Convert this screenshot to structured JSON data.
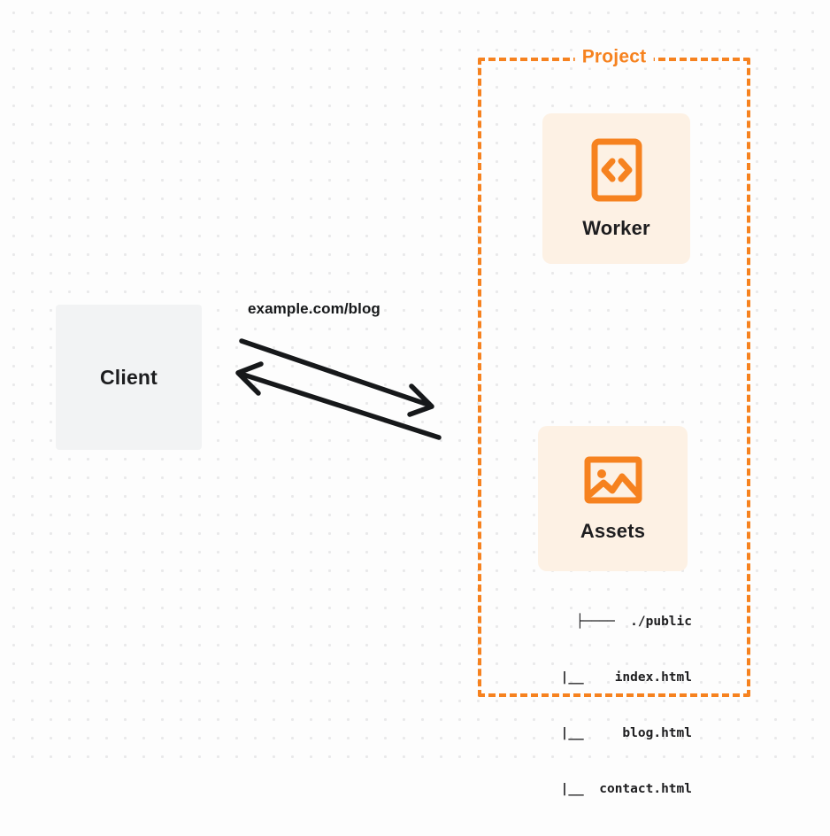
{
  "diagram": {
    "type": "architecture-flow",
    "background": "#fdfdfd",
    "accent_color": "#f6821f",
    "card_fill": "#fdf1e4",
    "client_fill": "#f2f3f4",
    "text_color": "#1d1d1f"
  },
  "client": {
    "label": "Client"
  },
  "connection": {
    "request_label": "example.com/blog",
    "arrows": [
      {
        "name": "request-arrow",
        "direction": "client-to-project",
        "points_to": "right"
      },
      {
        "name": "response-arrow",
        "direction": "project-to-client",
        "points_to": "left"
      }
    ]
  },
  "project": {
    "title": "Project",
    "border_style": "dashed",
    "border_color": "#f6821f",
    "services": [
      {
        "name": "worker",
        "label": "Worker",
        "icon": "code-brackets-icon"
      },
      {
        "name": "assets",
        "label": "Assets",
        "icon": "image-icon"
      }
    ]
  },
  "file_tree": {
    "lines": [
      "├────  ./public",
      "  |__    index.html",
      "  |__     blog.html",
      "  |__  contact.html"
    ],
    "root": "./public",
    "files": [
      "index.html",
      "blog.html",
      "contact.html"
    ]
  }
}
